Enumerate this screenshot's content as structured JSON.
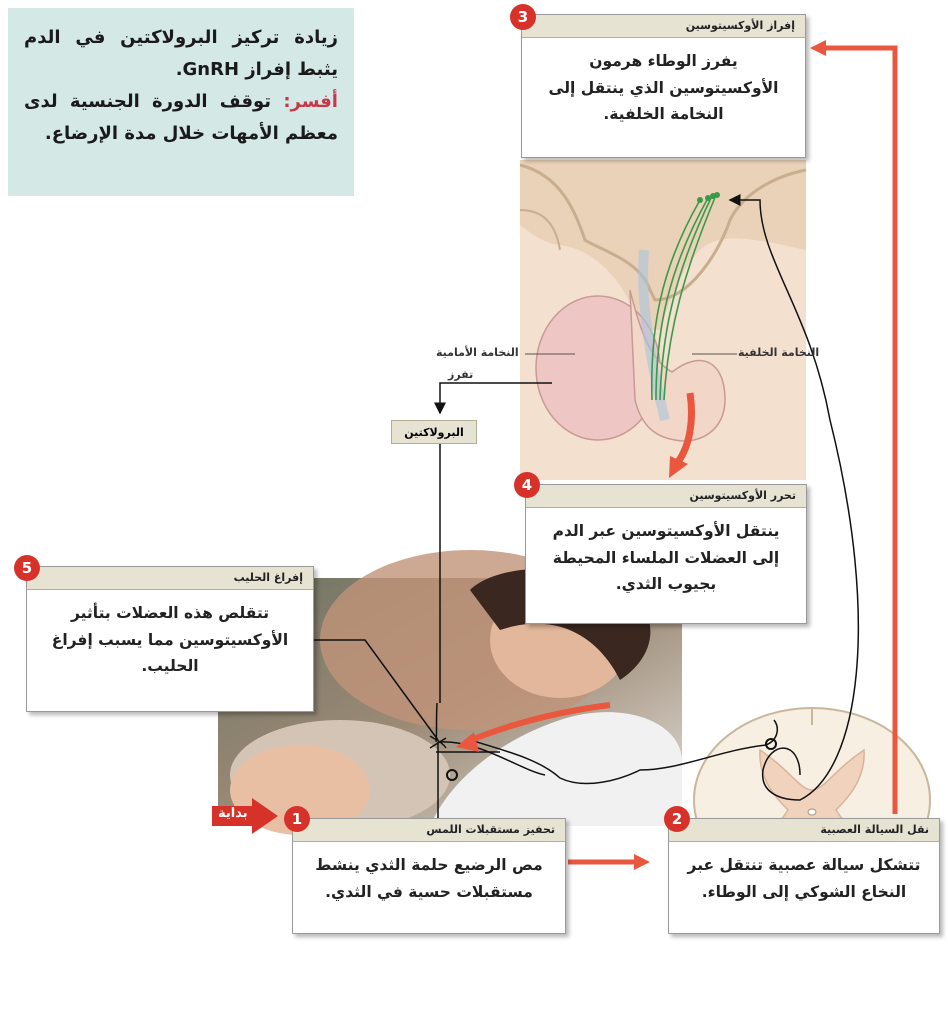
{
  "note": {
    "line1": "زيادة تركيز البرولاكتين في الدم يثبط إفراز GnRH.",
    "explain_label": "أفسر:",
    "line2": "توقف الدورة الجنسية لدى معظم الأمهات خلال مدة الإرضاع."
  },
  "steps": [
    {
      "num": "1",
      "title": "تحفيز مستقبلات اللمس",
      "body": "مص الرضيع حلمة الثدي ينشط مستقبلات حسية في الثدي."
    },
    {
      "num": "2",
      "title": "نقل السيالة العصبية",
      "body": "تتشكل سيالة عصبية تنتقل عبر النخاع الشوكي إلى الوطاء."
    },
    {
      "num": "3",
      "title": "إفراز الأوكسيتوسين",
      "body": "يفرز الوطاء هرمون الأوكسيتوسين الذي ينتقل إلى النخامة الخلفية."
    },
    {
      "num": "4",
      "title": "تحرر الأوكسيتوسين",
      "body": "ينتقل الأوكسيتوسين عبر الدم إلى العضلات الملساء المحيطة بجيوب الثدي."
    },
    {
      "num": "5",
      "title": "إفراغ الحليب",
      "body": "تتقلص هذه العضلات بتأثير الأوكسيتوسين مما يسبب إفراغ الحليب."
    }
  ],
  "labels": {
    "anterior": "النخامة الأمامية",
    "posterior": "النخامة الخلفية",
    "secretes": "تفرز",
    "prolactin": "البرولاكتين",
    "start": "بداية"
  },
  "colors": {
    "accent": "#d6322a",
    "arrow": "#e8573e",
    "note_bg": "#d4e8e6",
    "header_bg": "#e7e3d3"
  }
}
